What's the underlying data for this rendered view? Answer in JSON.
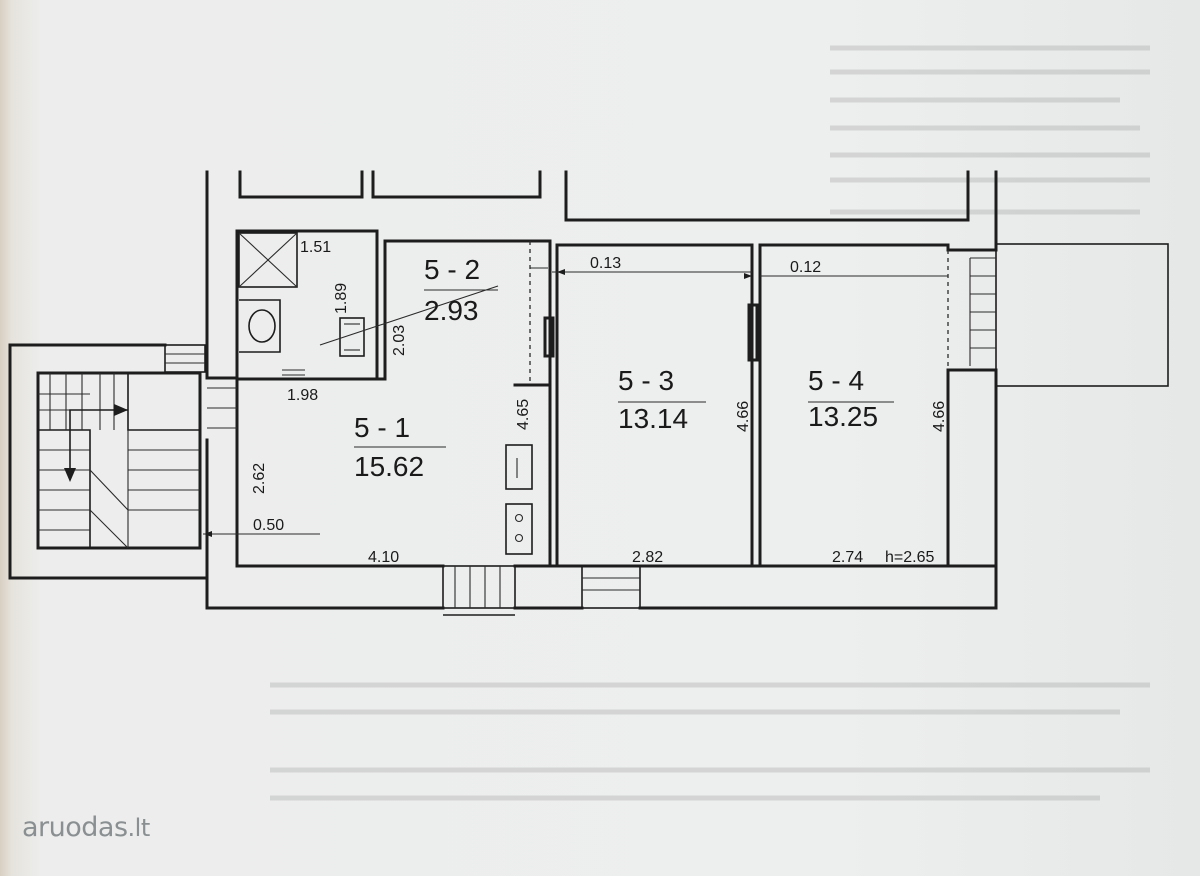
{
  "rooms": [
    {
      "id": "5 - 1",
      "area": "15.62"
    },
    {
      "id": "5 - 2",
      "area": "2.93"
    },
    {
      "id": "5 - 3",
      "area": "13.14"
    },
    {
      "id": "5 - 4",
      "area": "13.25"
    }
  ],
  "dimensions": {
    "bath_width": "1.51",
    "bath_height": "1.89",
    "room2_height": "2.03",
    "bath_bottom": "1.98",
    "room1_left_height": "2.62",
    "door_offset": "0.50",
    "room1_width": "4.10",
    "room1_right_height": "4.65",
    "wall_gap_a": "0.13",
    "wall_gap_b": "0.12",
    "room3_height": "4.66",
    "room4_height": "4.66",
    "room3_width": "2.82",
    "room4_width": "2.74",
    "ceiling_height": "h=2.65"
  },
  "watermark": {
    "text": "aruodas",
    "tld": ".lt"
  }
}
